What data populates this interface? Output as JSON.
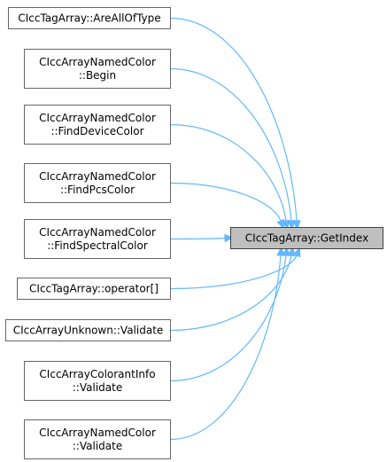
{
  "target": {
    "id": "getindex",
    "lines": [
      "CIccTagArray::GetIndex"
    ]
  },
  "callers": [
    {
      "id": "areallof",
      "lines": [
        "CIccTagArray::AreAllOfType"
      ]
    },
    {
      "id": "begin",
      "lines": [
        "CIccArrayNamedColor",
        "::Begin"
      ]
    },
    {
      "id": "finddevicecolor",
      "lines": [
        "CIccArrayNamedColor",
        "::FindDeviceColor"
      ]
    },
    {
      "id": "findpcscolor",
      "lines": [
        "CIccArrayNamedColor",
        "::FindPcsColor"
      ]
    },
    {
      "id": "findspectralcolor",
      "lines": [
        "CIccArrayNamedColor",
        "::FindSpectralColor"
      ]
    },
    {
      "id": "operator",
      "lines": [
        "CIccTagArray::operator[]"
      ]
    },
    {
      "id": "unknownvalidate",
      "lines": [
        "CIccArrayUnknown::Validate"
      ]
    },
    {
      "id": "colorantvalidate",
      "lines": [
        "CIccArrayColorantInfo",
        "::Validate"
      ]
    },
    {
      "id": "namedvalidate",
      "lines": [
        "CIccArrayNamedColor",
        "::Validate"
      ]
    }
  ],
  "colors": {
    "edge": "#63b8ff",
    "target_fill": "#bfbfbf",
    "node_border": "#666666"
  }
}
